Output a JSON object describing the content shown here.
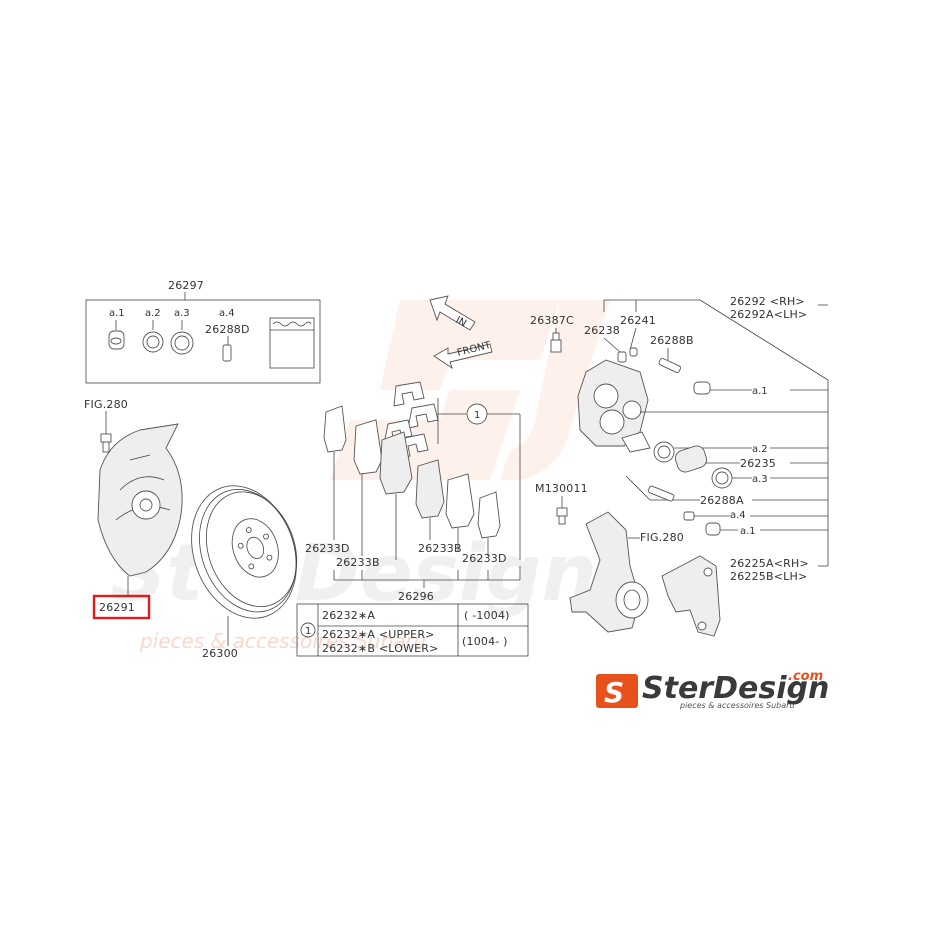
{
  "labels": {
    "kit": "26297",
    "a1": "a.1",
    "a2": "a.2",
    "a3": "a.3",
    "a4": "a.4",
    "pin_boot": "26288D",
    "fig_top": "FIG.280",
    "backing_plate": "26291",
    "rotor": "26300",
    "pad_kit": "26296",
    "shim_d_left": "26233D",
    "shim_b_left": "26233B",
    "shim_b_right": "26233B",
    "shim_d_right": "26233D",
    "arrow_in": "IN",
    "arrow_front": "FRONT",
    "circle_ref": "1",
    "bleeder": "26387C",
    "cap_26238": "26238",
    "cap_26241": "26241",
    "pin_b": "26288B",
    "caliper_rh": "26292 <RH>",
    "caliper_lh": "26292A<LH>",
    "piston_a1": "a.1",
    "piston_a2": "a.2",
    "piston": "26235",
    "piston_a3": "a.3",
    "bolt_m": "M130011",
    "pin_a": "26288A",
    "pin_a4": "a.4",
    "pin_a1": "a.1",
    "fig_knuckle": "FIG.280",
    "support_rh": "26225A<RH>",
    "support_lh": "26225B<LH>"
  },
  "table": {
    "ref": "1",
    "rows": [
      {
        "parts": [
          "26232∗A"
        ],
        "range": "( -1004)"
      },
      {
        "parts": [
          "26232∗A <UPPER>",
          "26232∗B <LOWER>"
        ],
        "range": "(1004- )"
      }
    ]
  },
  "highlight": {
    "target": "26291",
    "color": "#e01b1b"
  },
  "watermark": {
    "brand": "SterDesign",
    "tagline": "pieces & accessoires Subaru"
  },
  "logo": {
    "mark": "S",
    "name": "SterDesign",
    "suffix": ".com",
    "tagline": "pieces & accessoires Subaru"
  }
}
